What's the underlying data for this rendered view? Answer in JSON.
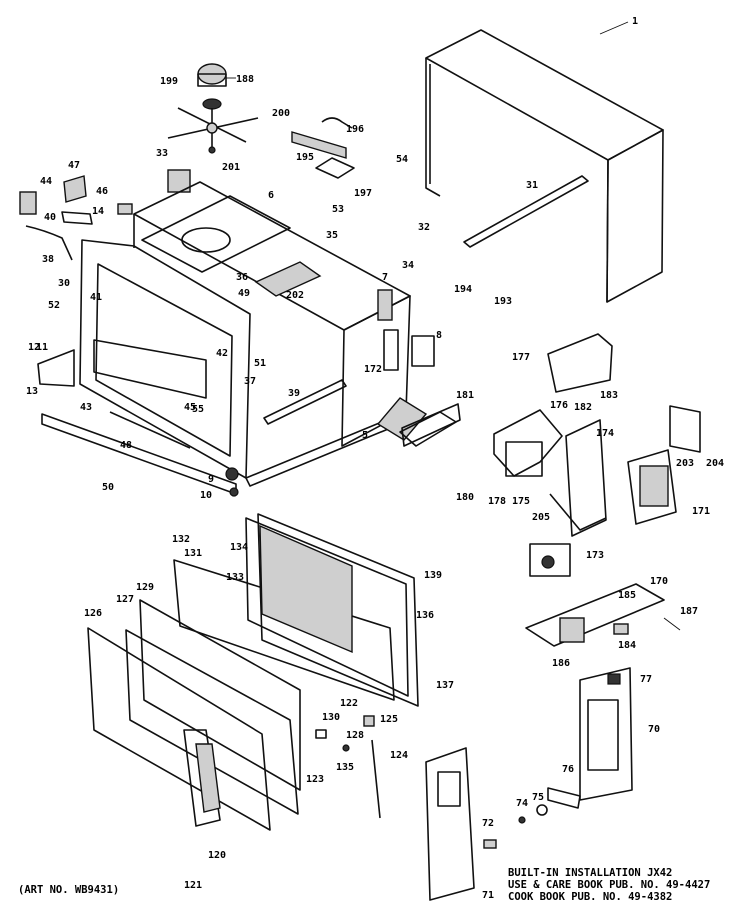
{
  "art_number": "(ART NO. WB9431)",
  "notes": [
    "BUILT-IN INSTALLATION JX42",
    "USE & CARE BOOK PUB. NO. 49-4427",
    "COOK BOOK PUB. NO. 49-4382"
  ],
  "callouts": {
    "c1": "1",
    "c31": "31",
    "c54": "54",
    "c32": "32",
    "c53": "53",
    "c34": "34",
    "c35": "35",
    "c199": "199",
    "c188": "188",
    "c200": "200",
    "c201": "201",
    "c196": "196",
    "c195": "195",
    "c197": "197",
    "c33": "33",
    "c6": "6",
    "c36": "36",
    "c47": "47",
    "c44": "44",
    "c46": "46",
    "c14": "14",
    "c40": "40",
    "c38": "38",
    "c30": "30",
    "c52": "52",
    "c41": "41",
    "c49": "49",
    "c202": "202",
    "c7": "7",
    "c194": "194",
    "c193": "193",
    "c8": "8",
    "c172": "172",
    "c12": "12",
    "c11": "11",
    "c13": "13",
    "c42": "42",
    "c43": "43",
    "c45": "45",
    "c51": "51",
    "c37": "37",
    "c39": "39",
    "c55": "55",
    "c177": "177",
    "c183": "183",
    "c176": "176",
    "c181": "181",
    "c5": "5",
    "c182": "182",
    "c174": "174",
    "c203": "203",
    "c204": "204",
    "c48": "48",
    "c50": "50",
    "c9": "9",
    "c10": "10",
    "c180": "180",
    "c178": "178",
    "c175": "175",
    "c205": "205",
    "c171": "171",
    "c132": "132",
    "c131": "131",
    "c134": "134",
    "c133": "133",
    "c139": "139",
    "c129": "129",
    "c127": "127",
    "c126": "126",
    "c136": "136",
    "c173": "173",
    "c170": "170",
    "c185": "185",
    "c187": "187",
    "c186": "186",
    "c184": "184",
    "c77": "77",
    "c137": "137",
    "c122": "122",
    "c130": "130",
    "c125": "125",
    "c128": "128",
    "c124": "124",
    "c135": "135",
    "c123": "123",
    "c70": "70",
    "c76": "76",
    "c74": "74",
    "c75": "75",
    "c72": "72",
    "c120": "120",
    "c121": "121",
    "c71": "71"
  }
}
